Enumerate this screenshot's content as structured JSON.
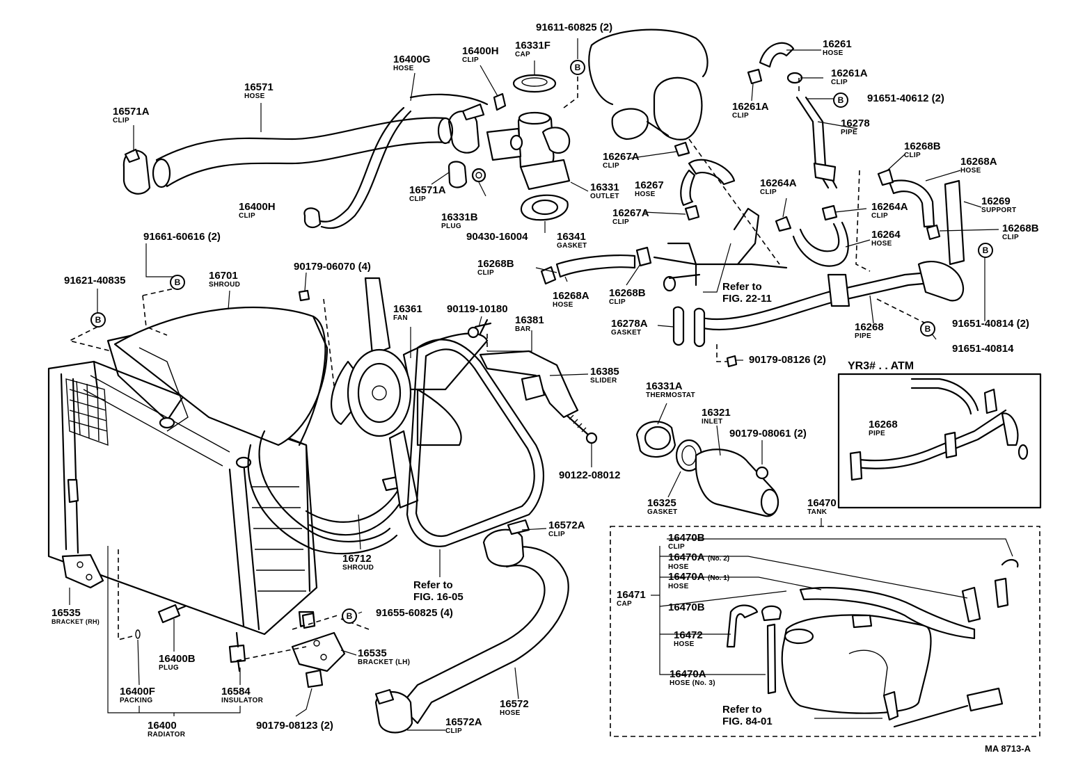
{
  "parts": {
    "p16571": {
      "num": "16571",
      "name": "HOSE"
    },
    "p16571A_a": {
      "num": "16571A",
      "name": "CLIP"
    },
    "p16571A_b": {
      "num": "16571A",
      "name": "CLIP"
    },
    "p16400G": {
      "num": "16400G",
      "name": "HOSE"
    },
    "p16400H_a": {
      "num": "16400H",
      "name": "CLIP"
    },
    "p16400H_b": {
      "num": "16400H",
      "name": "CLIP"
    },
    "p16331F": {
      "num": "16331F",
      "name": "CAP"
    },
    "p91611": {
      "num": "91611-60825 (2)"
    },
    "p16331": {
      "num": "16331",
      "name": "OUTLET"
    },
    "p16331B": {
      "num": "16331B",
      "name": "PLUG"
    },
    "p90430": {
      "num": "90430-16004"
    },
    "p16341": {
      "num": "16341",
      "name": "GASKET"
    },
    "p16267A_a": {
      "num": "16267A",
      "name": "CLIP"
    },
    "p16267": {
      "num": "16267",
      "name": "HOSE"
    },
    "p16267A_b": {
      "num": "16267A",
      "name": "CLIP"
    },
    "p16261": {
      "num": "16261",
      "name": "HOSE"
    },
    "p16261A_a": {
      "num": "16261A",
      "name": "CLIP"
    },
    "p16261A_b": {
      "num": "16261A",
      "name": "CLIP"
    },
    "p91651_40612": {
      "num": "91651-40612 (2)"
    },
    "p16278": {
      "num": "16278",
      "name": "PIPE"
    },
    "p16268B_a": {
      "num": "16268B",
      "name": "CLIP"
    },
    "p16268A_a": {
      "num": "16268A",
      "name": "HOSE"
    },
    "p16269": {
      "num": "16269",
      "name": "SUPPORT"
    },
    "p16264A_a": {
      "num": "16264A",
      "name": "CLIP"
    },
    "p16264A_b": {
      "num": "16264A",
      "name": "CLIP"
    },
    "p16268B_b": {
      "num": "16268B",
      "name": "CLIP"
    },
    "p16264": {
      "num": "16264",
      "name": "HOSE"
    },
    "p91661": {
      "num": "91661-60616 (2)"
    },
    "p91621": {
      "num": "91621-40835"
    },
    "p16701": {
      "num": "16701",
      "name": "SHROUD"
    },
    "p90179_06070": {
      "num": "90179-06070 (4)"
    },
    "p16268B_c": {
      "num": "16268B",
      "name": "CLIP"
    },
    "p16268A_b": {
      "num": "16268A",
      "name": "HOSE"
    },
    "p16268B_d": {
      "num": "16268B",
      "name": "CLIP"
    },
    "p90119": {
      "num": "90119-10180"
    },
    "p16361": {
      "num": "16361",
      "name": "FAN"
    },
    "p16381": {
      "num": "16381",
      "name": "BAR"
    },
    "p16385": {
      "num": "16385",
      "name": "SLIDER"
    },
    "p16278A": {
      "num": "16278A",
      "name": "GASKET"
    },
    "p16268": {
      "num": "16268",
      "name": "PIPE"
    },
    "p91651_40814_a": {
      "num": "91651-40814 (2)"
    },
    "p91651_40814_b": {
      "num": "91651-40814"
    },
    "p90179_08126": {
      "num": "90179-08126 (2)"
    },
    "p16331A": {
      "num": "16331A",
      "name": "THERMOSTAT"
    },
    "p16321": {
      "num": "16321",
      "name": "INLET"
    },
    "p90179_08061": {
      "num": "90179-08061 (2)"
    },
    "p90122": {
      "num": "90122-08012"
    },
    "p16325": {
      "num": "16325",
      "name": "GASKET"
    },
    "p16470": {
      "num": "16470",
      "name": "TANK"
    },
    "p16572A_a": {
      "num": "16572A",
      "name": "CLIP"
    },
    "p16712": {
      "num": "16712",
      "name": "SHROUD"
    },
    "p16535_rh": {
      "num": "16535",
      "name": "BRACKET (RH)"
    },
    "p16400B": {
      "num": "16400B",
      "name": "PLUG"
    },
    "p91655": {
      "num": "91655-60825 (4)"
    },
    "p16535_lh": {
      "num": "16535",
      "name": "BRACKET (LH)"
    },
    "p16584": {
      "num": "16584",
      "name": "INSULATOR"
    },
    "p16400F": {
      "num": "16400F",
      "name": "PACKING"
    },
    "p16400": {
      "num": "16400",
      "name": "RADIATOR"
    },
    "p90179_08123": {
      "num": "90179-08123 (2)"
    },
    "p16572": {
      "num": "16572",
      "name": "HOSE"
    },
    "p16572A_b": {
      "num": "16572A",
      "name": "CLIP"
    },
    "p16470B_a": {
      "num": "16470B",
      "name": "CLIP"
    },
    "p16470A_2": {
      "num": "16470A",
      "qual": "(No. 2)",
      "name": "HOSE"
    },
    "p16470A_1": {
      "num": "16470A",
      "qual": "(No. 1)",
      "name": "HOSE"
    },
    "p16471": {
      "num": "16471",
      "name": "CAP"
    },
    "p16470B_b": {
      "num": "16470B"
    },
    "p16472": {
      "num": "16472",
      "name": "HOSE"
    },
    "p16470A_3": {
      "num": "16470A",
      "name": "HOSE (No. 3)"
    }
  },
  "refs": {
    "r22": {
      "line1": "Refer to",
      "line2": "FIG. 22-11"
    },
    "r16": {
      "line1": "Refer to",
      "line2": "FIG. 16-05"
    },
    "r84": {
      "line1": "Refer to",
      "line2": "FIG. 84-01"
    }
  },
  "inset": {
    "title": "YR3# . . ATM",
    "pipe_num": "16268",
    "pipe_name": "PIPE"
  },
  "bolt_marker": "B",
  "diagram_code": "MA  8713-A"
}
